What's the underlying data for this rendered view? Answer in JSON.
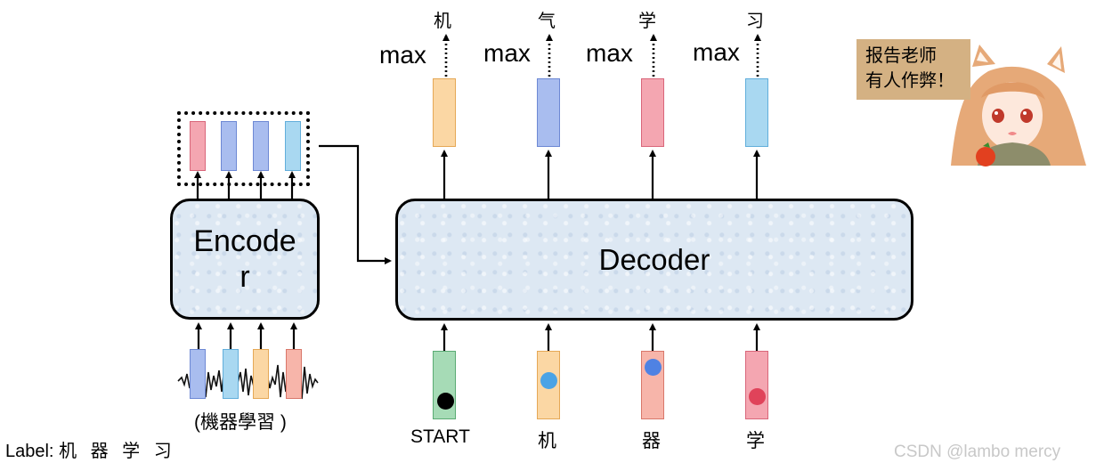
{
  "encoder": {
    "label": "Encoder"
  },
  "decoder": {
    "label": "Decoder"
  },
  "input_caption": "(機器學習 )",
  "output": {
    "max_label": "max",
    "chars": [
      "机",
      "气",
      "学",
      "习"
    ]
  },
  "decoder_inputs": [
    "START",
    "机",
    "器",
    "学"
  ],
  "speech_bubble": {
    "line1": "报告老师",
    "line2": "有人作弊！"
  },
  "label_line": {
    "prefix": "Label:",
    "chars": "机 器 学 习"
  },
  "watermark": "CSDN @lambo mercy",
  "colors": {
    "red": "#f4a6b1",
    "blue": "#a9bdef",
    "orange": "#fbd7a4",
    "cyan": "#a9d8f1",
    "green": "#a6dbb6",
    "salmon": "#f7b5aa",
    "box_fill": "#dde8f3",
    "bubble": "#d4b183"
  },
  "icons": [
    "waveform-icon",
    "anime-girl-icon"
  ]
}
